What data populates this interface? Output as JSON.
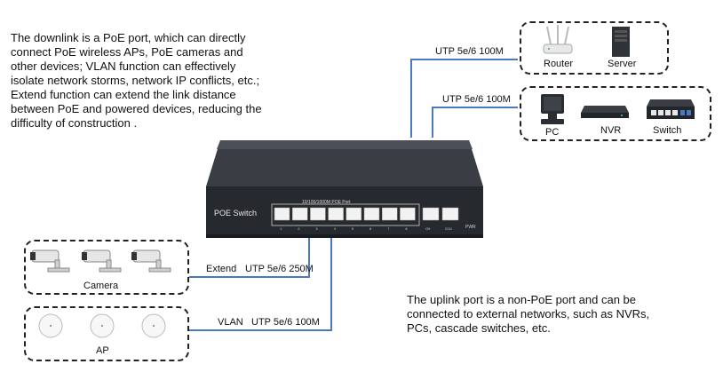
{
  "downlink_description": "The downlink is a PoE port, which can directly\nconnect PoE wireless APs, PoE cameras and\nother devices; VLAN function can effectively\nisolate network storms, network IP conflicts, etc.;\nExtend function can extend the link distance\nbetween PoE and powered devices, reducing the\ndifficulty of construction .",
  "uplink_description": "The uplink port is a non-PoE port and can be\nconnected to external networks, such as NVRs,\nPCs, cascade switches, etc.",
  "switch": {
    "name": "POE Switch",
    "port_header": "10/100/1000M POE Port",
    "port_numbers": [
      "1",
      "2",
      "3",
      "4",
      "5",
      "6",
      "7",
      "8"
    ],
    "uplink_labels": [
      "G9",
      "G10"
    ],
    "power_label": "PWR"
  },
  "links": {
    "top_uplink": "UTP 5e/6  100M",
    "second_uplink": "UTP 5e/6  100M",
    "extend_mode": "Extend",
    "extend_cable": "UTP 5e/6  250M",
    "vlan_mode": "VLAN",
    "vlan_cable": "UTP 5e/6  100M"
  },
  "groups": {
    "router_label": "Router",
    "server_label": "Server",
    "pc_label": "PC",
    "nvr_label": "NVR",
    "switch_label": "Switch",
    "camera_label": "Camera",
    "ap_label": "AP"
  },
  "colors": {
    "wire": "#4a78c2",
    "switch_body": "#26292d",
    "border": "#222222"
  }
}
